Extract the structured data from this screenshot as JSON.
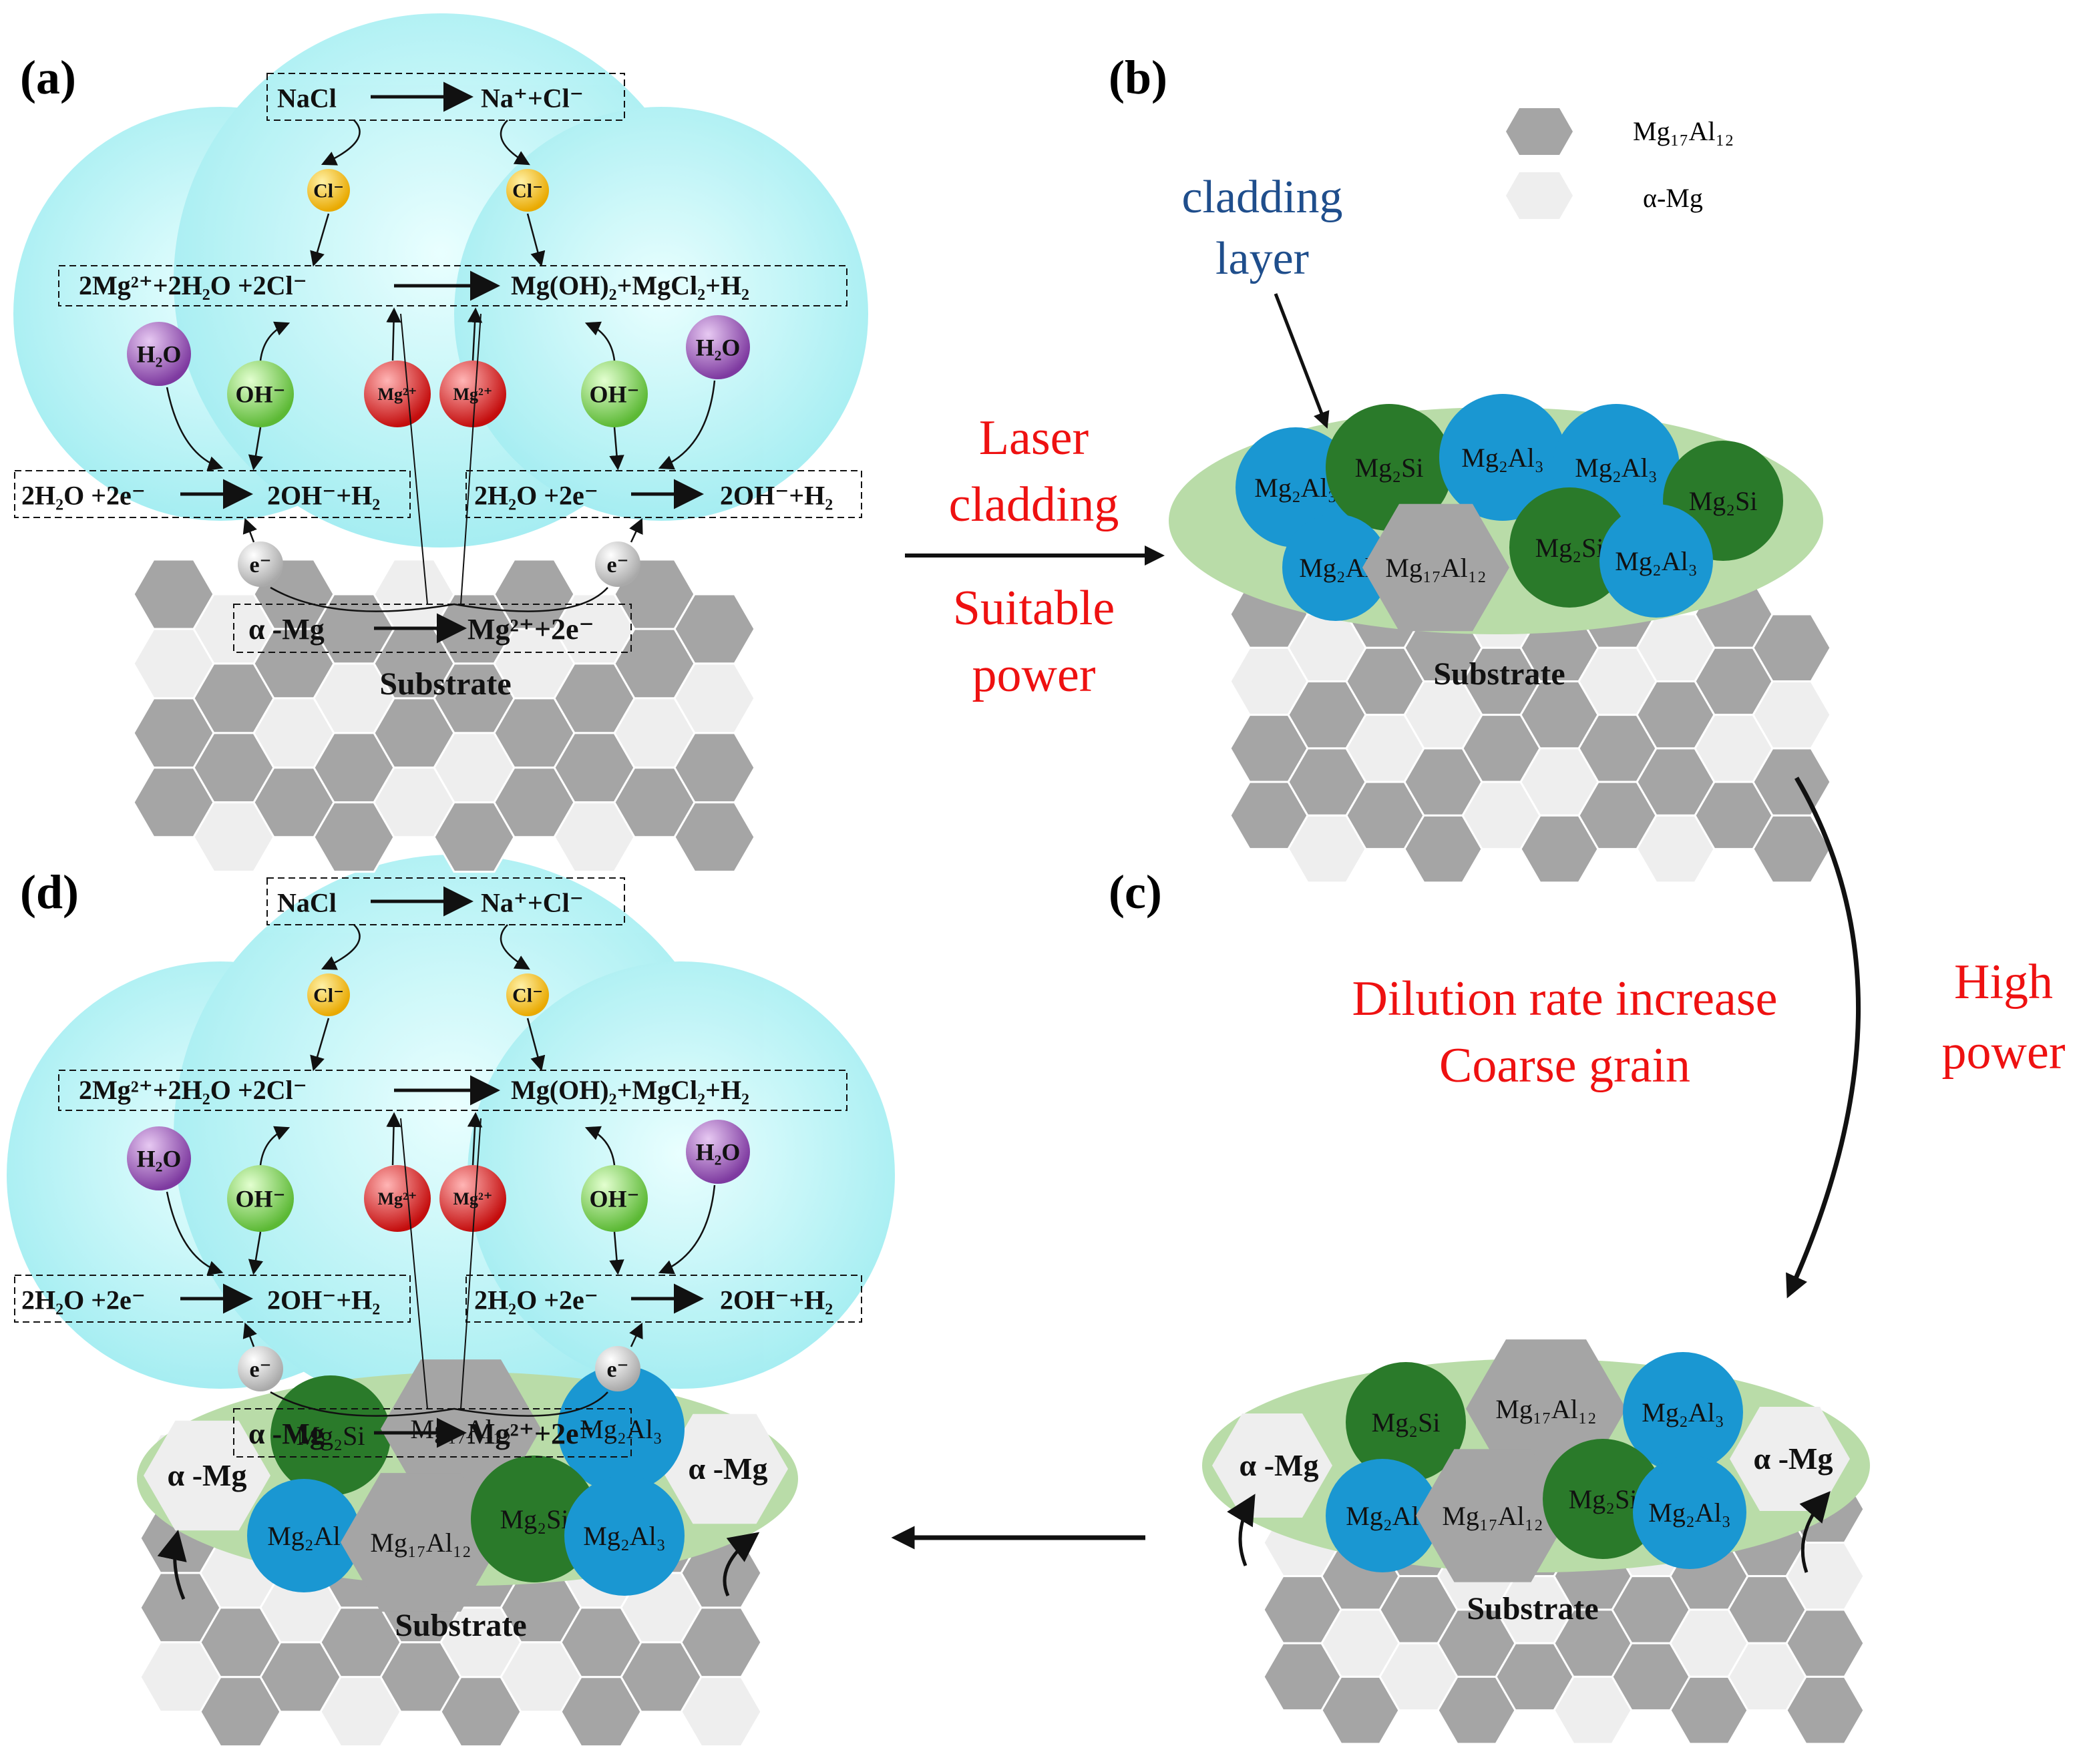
{
  "colors": {
    "bubble": "#9ff0f2",
    "green_layer": "#b9dca8",
    "hex_dark": "#a5a5a5",
    "hex_light": "#eeeeee",
    "blue": "#1a97d2",
    "dark_green": "#2a7a2a",
    "red_text": "#ee1111",
    "navy_text": "#1f4e8c",
    "cl": "#f5c21b",
    "oh": "#8fd86f",
    "h2o": "#9b55b8",
    "mg": "#e02424",
    "e": "#cfcfcf"
  },
  "panels": {
    "a": {
      "label": "(a)"
    },
    "b": {
      "label": "(b)"
    },
    "c": {
      "label": "(c)"
    },
    "d": {
      "label": "(d)"
    }
  },
  "legend": {
    "mg17al12": {
      "label": "Mg₁₇Al₁₂",
      "icon": "grey-hexagon"
    },
    "alpha_mg": {
      "label": "α-Mg",
      "icon": "light-hexagon"
    }
  },
  "annotations": {
    "cladding_layer": [
      "cladding",
      "layer"
    ],
    "laser_cladding": [
      "Laser",
      "cladding",
      "Suitable",
      "power"
    ],
    "high_power": [
      "High",
      "power"
    ],
    "dilution": [
      "Dilution rate increase",
      "Coarse grain"
    ],
    "substrate": "Substrate"
  },
  "reactions": {
    "nacl": {
      "left": "NaCl",
      "right": "Na⁺+Cl⁻"
    },
    "main": {
      "left": "2Mg²⁺+2H₂O +2Cl⁻",
      "right": "Mg(OH)₂+MgCl₂+H₂"
    },
    "water": {
      "left": "2H₂O +2e⁻",
      "right": "2OH⁻+H₂"
    },
    "anode": {
      "left": "α -Mg",
      "right": "Mg²⁺+2e⁻"
    }
  },
  "ions": {
    "cl": "Cl⁻",
    "oh": "OH⁻",
    "h2o": "H₂O",
    "mg": "Mg²⁺",
    "e": "e⁻"
  },
  "phases": {
    "mg2al3": "Mg₂Al₃",
    "mg2al_cut": "Mg₂Al",
    "mg2si": "Mg₂Si",
    "mg17al12": "Mg₁₇Al₁₂",
    "alpha_mg": "α -Mg"
  }
}
